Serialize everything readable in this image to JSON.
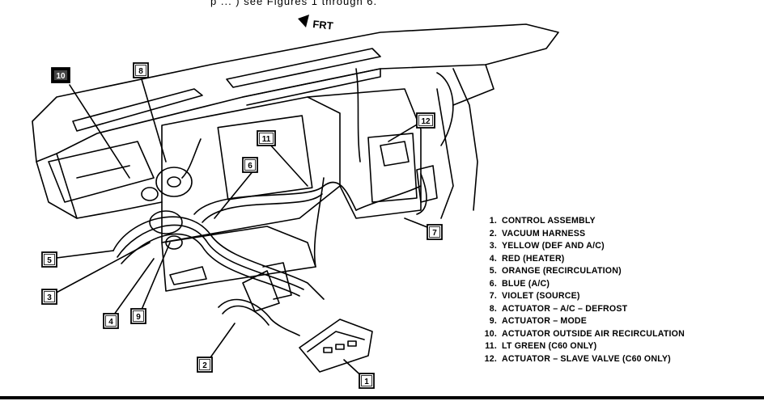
{
  "top_text_fragment": "p ... ) see Figures 1 through 6.",
  "direction_label": "FRT",
  "callouts": [
    "1",
    "2",
    "3",
    "4",
    "5",
    "6",
    "7",
    "8",
    "9",
    "10",
    "11",
    "12"
  ],
  "legend": [
    {
      "num": "1.",
      "text": "CONTROL ASSEMBLY"
    },
    {
      "num": "2.",
      "text": "VACUUM HARNESS"
    },
    {
      "num": "3.",
      "text": "YELLOW (DEF AND A/C)"
    },
    {
      "num": "4.",
      "text": "RED (HEATER)"
    },
    {
      "num": "5.",
      "text": "ORANGE (RECIRCULATION)"
    },
    {
      "num": "6.",
      "text": "BLUE (A/C)"
    },
    {
      "num": "7.",
      "text": "VIOLET (SOURCE)"
    },
    {
      "num": "8.",
      "text": "ACTUATOR – A/C – DEFROST"
    },
    {
      "num": "9.",
      "text": "ACTUATOR – MODE"
    },
    {
      "num": "10.",
      "text": "ACTUATOR OUTSIDE AIR RECIRCULATION"
    },
    {
      "num": "11.",
      "text": "LT GREEN (C60 ONLY)"
    },
    {
      "num": "12.",
      "text": "ACTUATOR – SLAVE VALVE (C60 ONLY)"
    }
  ]
}
